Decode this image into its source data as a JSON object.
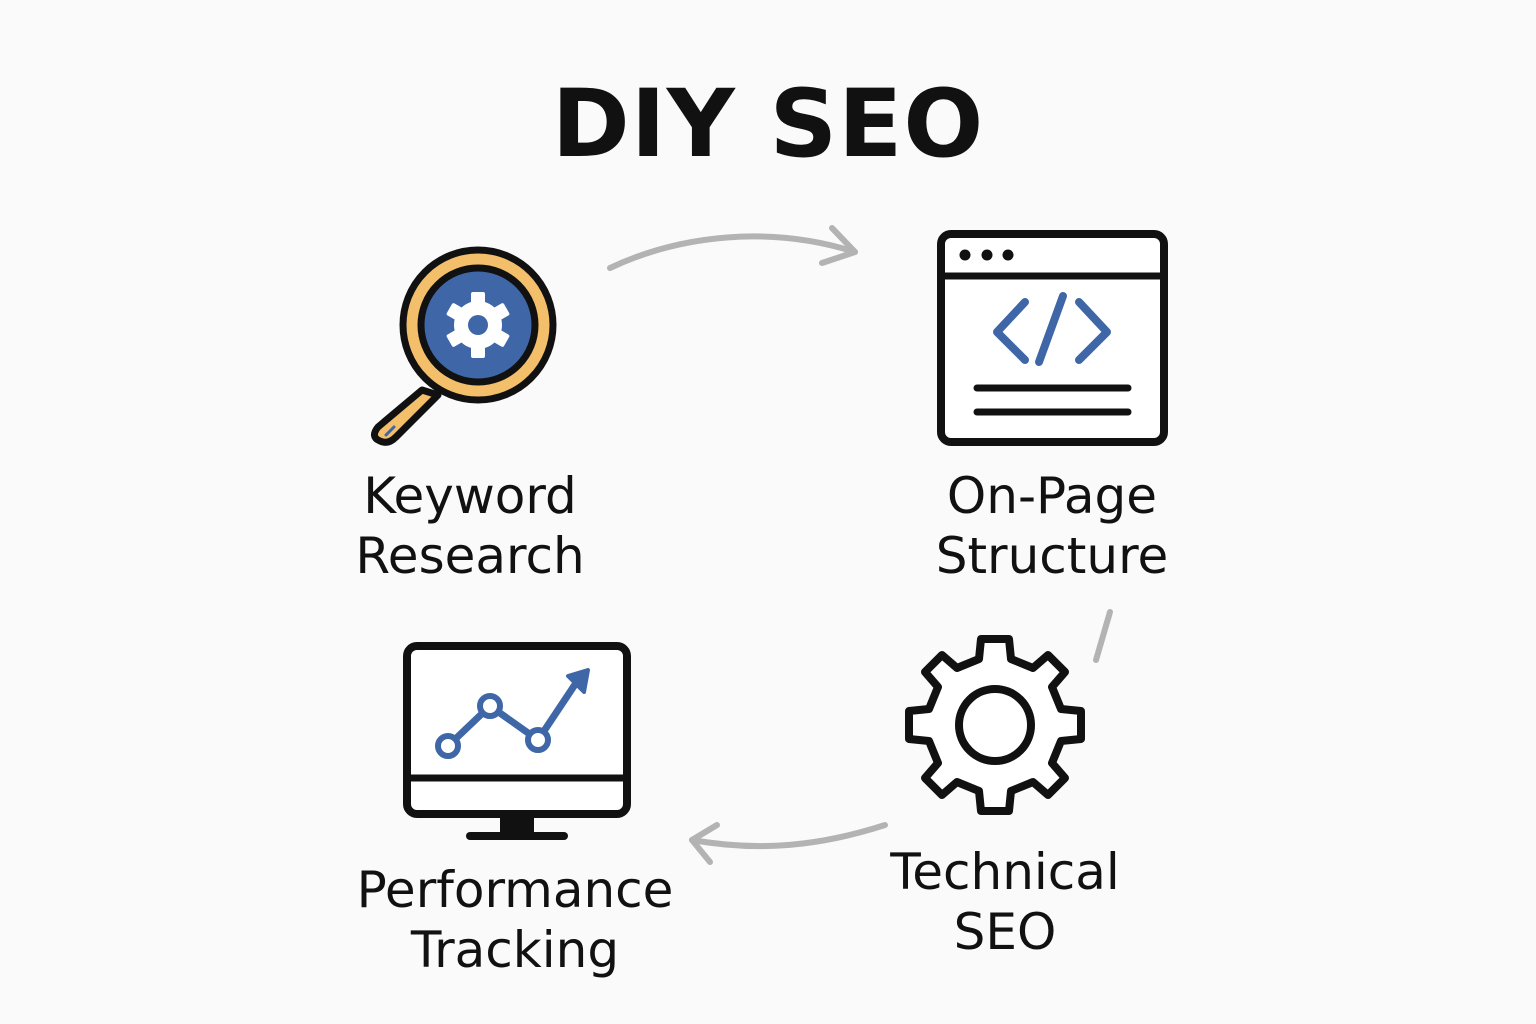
{
  "title": "DIY SEO",
  "colors": {
    "outline": "#111111",
    "accent_blue": "#3f67a8",
    "accent_orange": "#f3bf6a",
    "arrow_gray": "#b3b3b3",
    "background": "#fafafa"
  },
  "steps": [
    {
      "icon": "magnifier-gear-icon",
      "line1": "Keyword",
      "line2": "Research"
    },
    {
      "icon": "browser-code-icon",
      "line1": "On-Page",
      "line2": "Structure"
    },
    {
      "icon": "gear-icon",
      "line1": "Technical",
      "line2": "SEO"
    },
    {
      "icon": "monitor-chart-icon",
      "line1": "Performance",
      "line2": "Tracking"
    }
  ]
}
